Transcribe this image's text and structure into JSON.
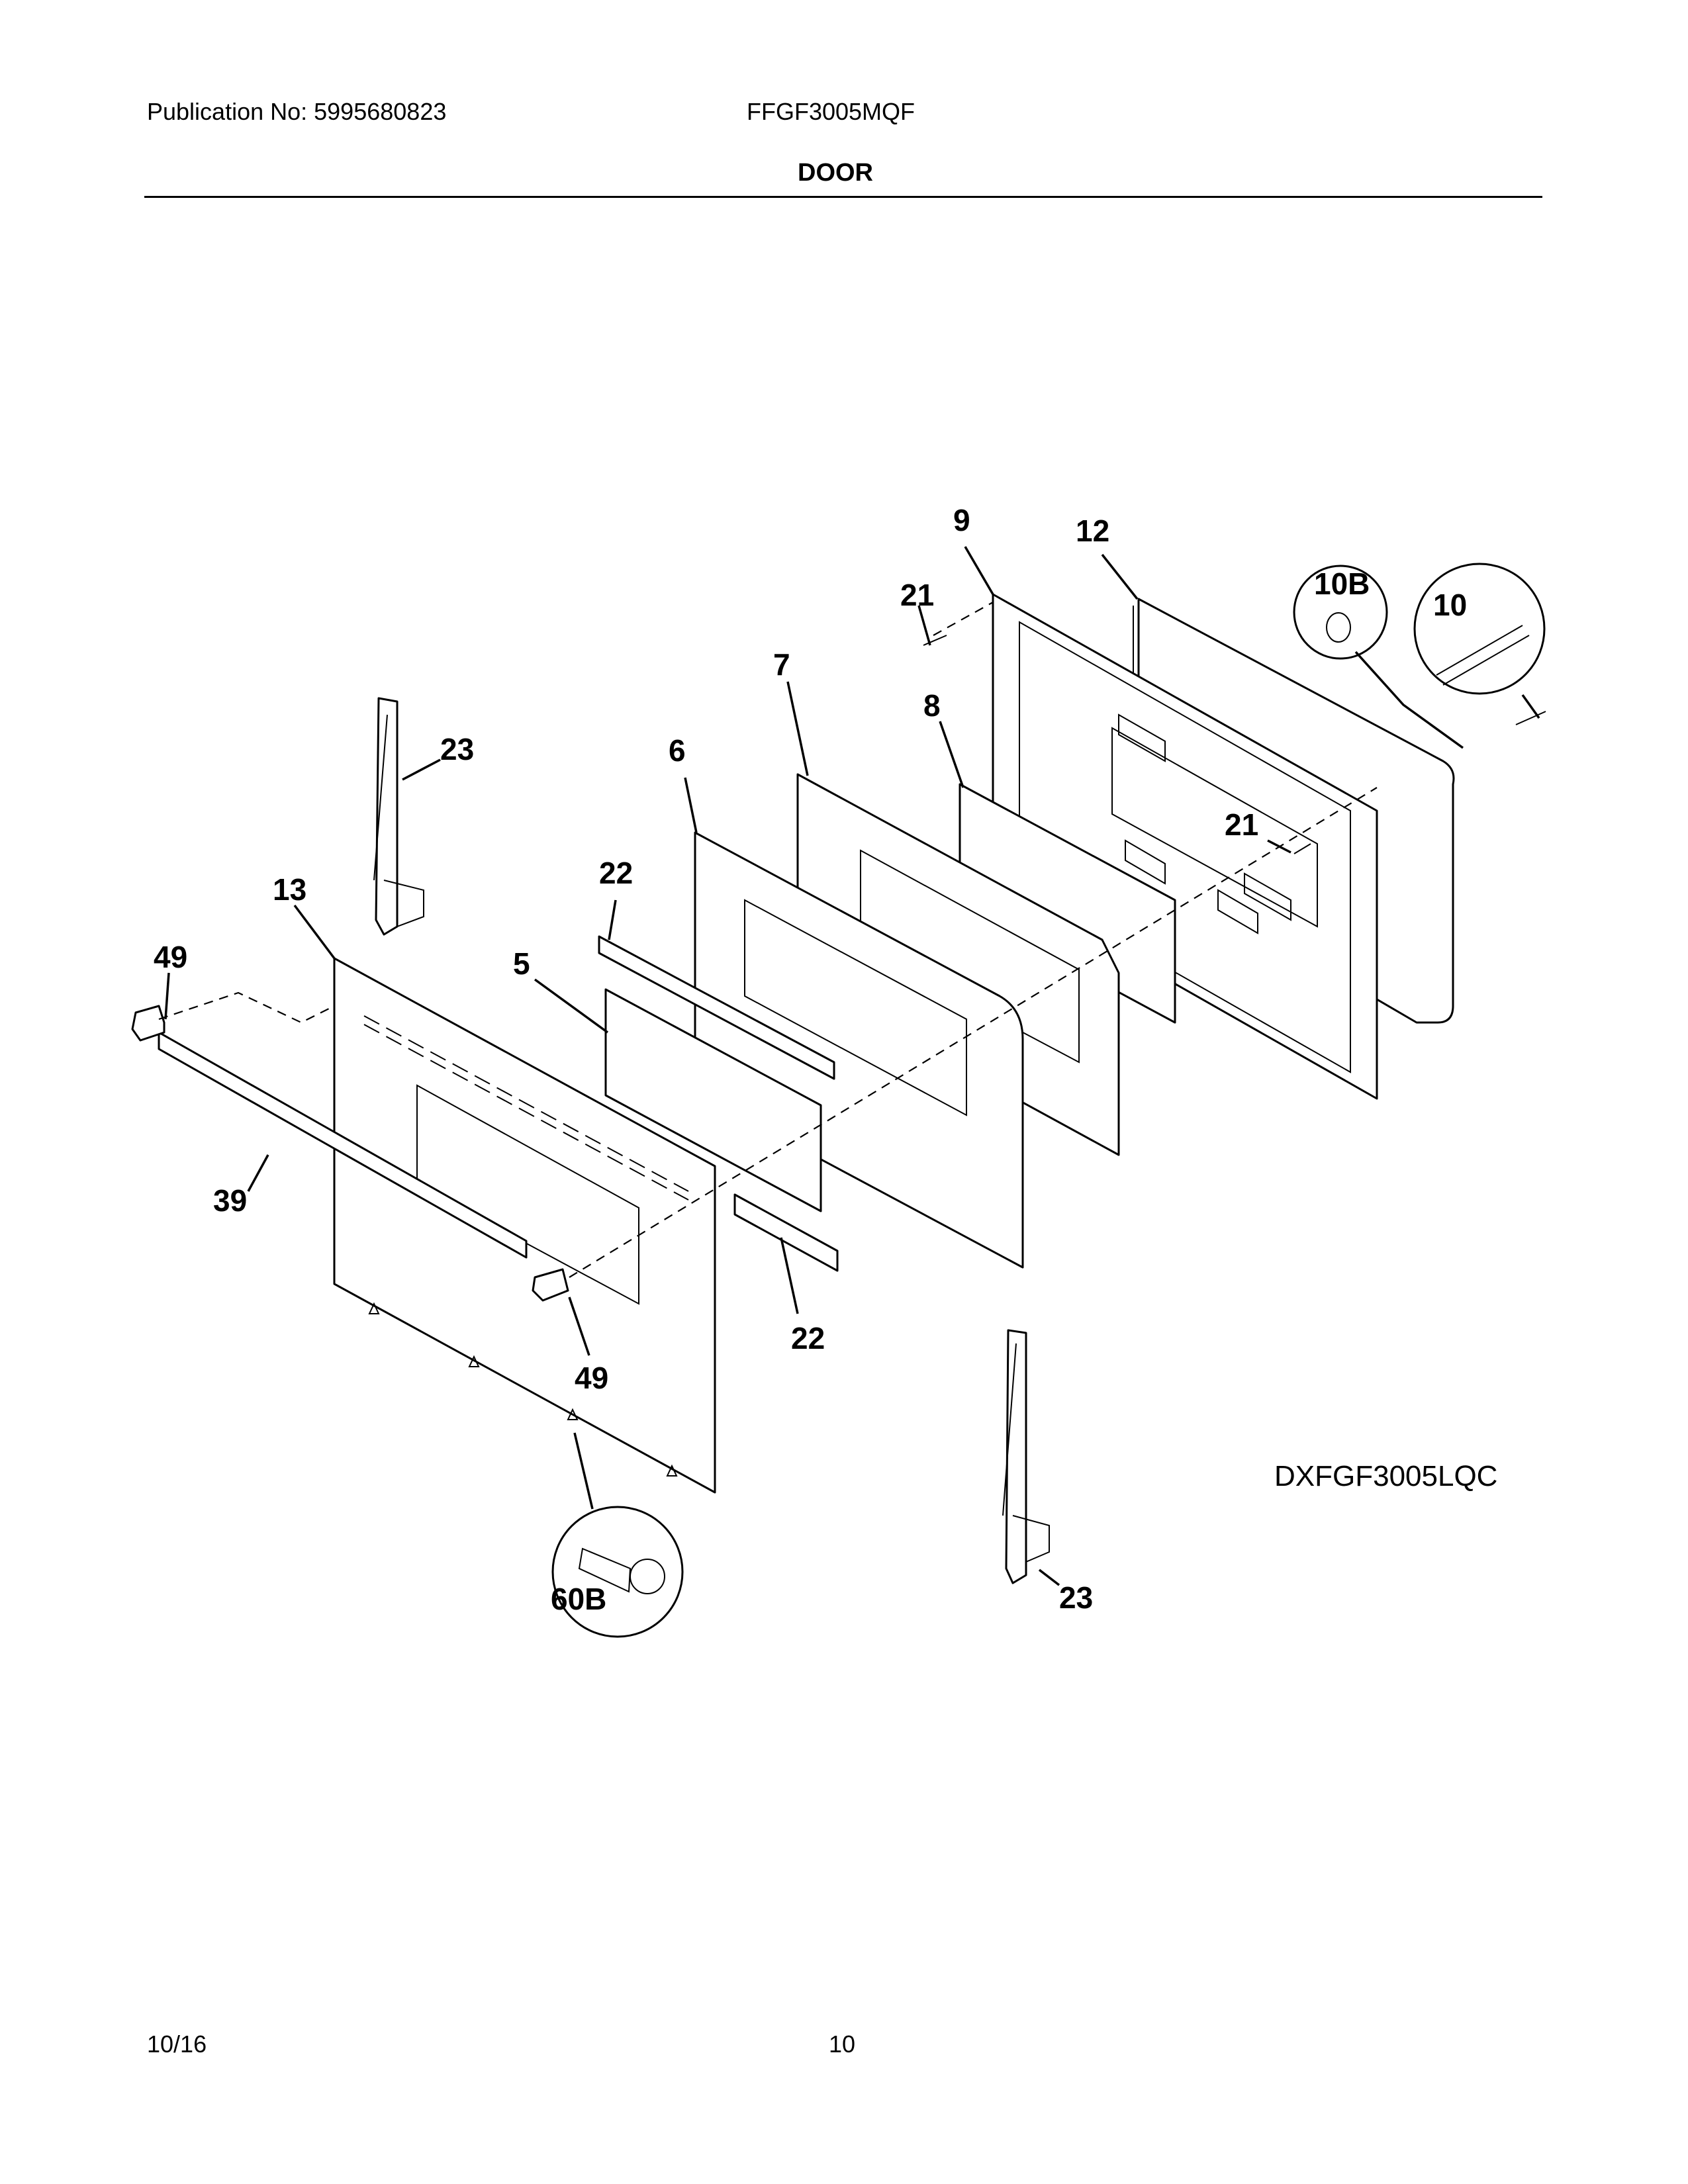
{
  "header": {
    "publication": "Publication No: 5995680823",
    "model": "FFGF3005MQF",
    "section_title": "DOOR"
  },
  "footer": {
    "date": "10/16",
    "page_number": "10"
  },
  "diagram": {
    "drawing_code": "DXFGF3005LQC",
    "callouts": {
      "c9": "9",
      "c12": "12",
      "c21a": "21",
      "c10b": "10B",
      "c10": "10",
      "c7": "7",
      "c8": "8",
      "c23a": "23",
      "c6": "6",
      "c21b": "21",
      "c22a": "22",
      "c13": "13",
      "c49a": "49",
      "c5": "5",
      "c39": "39",
      "c22b": "22",
      "c49b": "49",
      "c60b": "60B",
      "c23b": "23"
    }
  }
}
